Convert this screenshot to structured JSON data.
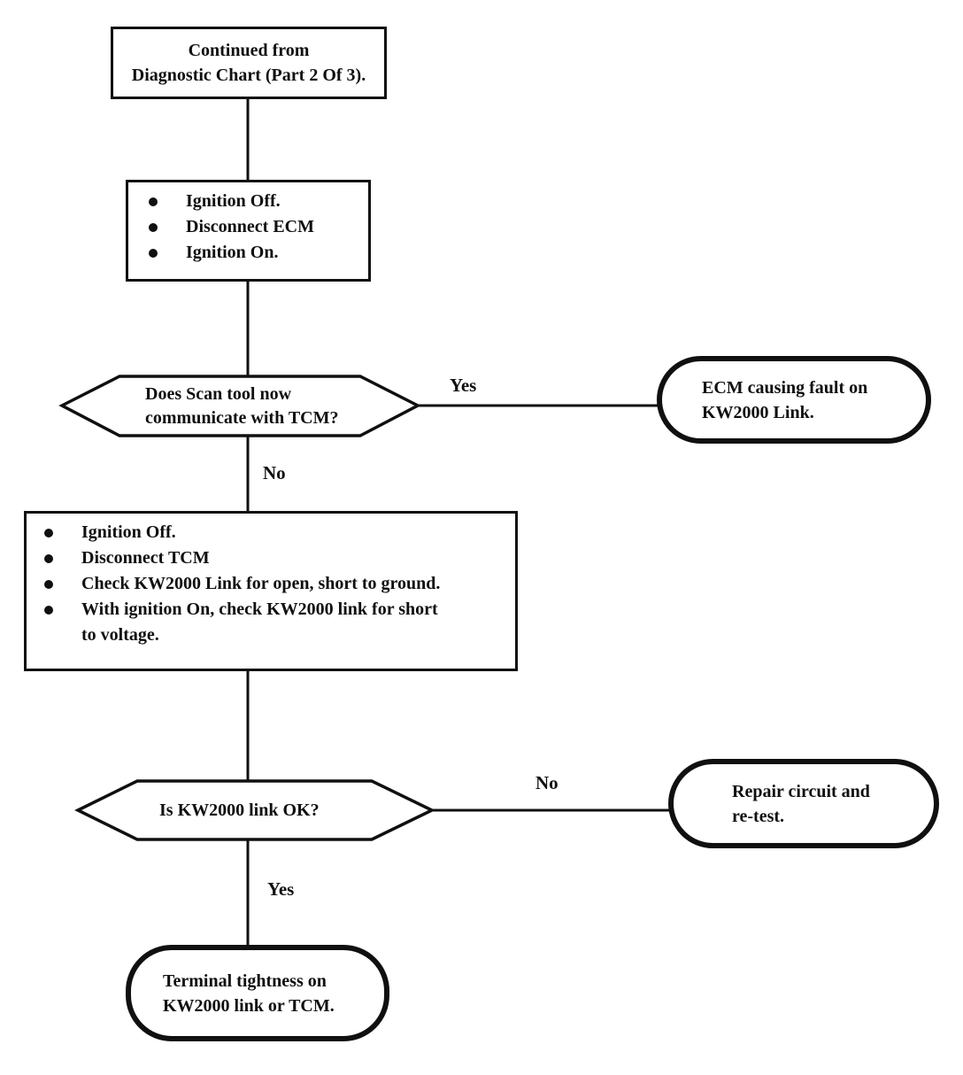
{
  "diagram": {
    "start_node": "Continued from\nDiagnostic Chart (Part 2 Of 3).",
    "step1_bullets": [
      "Ignition Off.",
      "Disconnect ECM",
      "Ignition On."
    ],
    "decision1": "Does Scan tool now\ncommunicate with TCM?",
    "outcome_ecm": "ECM causing fault on\nKW2000 Link.",
    "step2_bullets": [
      "Ignition Off.",
      "Disconnect TCM",
      "Check KW2000 Link for open, short to ground.",
      "With ignition On, check KW2000 link for short\nto voltage."
    ],
    "decision2": "Is KW2000 link OK?",
    "outcome_repair": "Repair circuit and\nre-test.",
    "outcome_terminal": "Terminal tightness on\nKW2000 link or TCM.",
    "labels": {
      "decision1_yes": "Yes",
      "decision1_no": "No",
      "decision2_no": "No",
      "decision2_yes": "Yes"
    },
    "colors": {
      "ink": "#101010",
      "background": "#ffffff"
    }
  }
}
